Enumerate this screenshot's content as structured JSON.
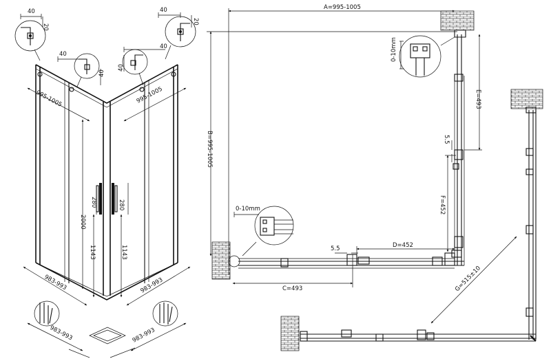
{
  "left_view": {
    "callouts": {
      "top_left_w": "40",
      "top_left_h": "20",
      "top_right_w": "40",
      "top_right_h": "20",
      "mid_left_w": "40",
      "mid_left_h": "40",
      "mid_right_w": "40",
      "mid_right_h": "40"
    },
    "width_left": "995-1005",
    "width_right": "995-1005",
    "height_total": "2000",
    "height_handle_left": "280",
    "height_handle_right": "280",
    "height_lower_left": "1143",
    "height_lower_right": "1143",
    "bottom_left": "983-993",
    "bottom_right": "983-993",
    "detail_left": "983-993",
    "detail_right": "983-993"
  },
  "plan_view": {
    "dim_a": "A=995-1005",
    "dim_b": "B=995-1005",
    "dim_c": "C=493",
    "dim_d": "D=452",
    "dim_e": "E=493",
    "dim_f": "F=452",
    "gap_top": "5.5",
    "gap_bottom": "5.5",
    "adjust_top": "0-10mm",
    "adjust_left": "0-10mm"
  },
  "corner_view": {
    "dim_g": "G=515±10"
  }
}
